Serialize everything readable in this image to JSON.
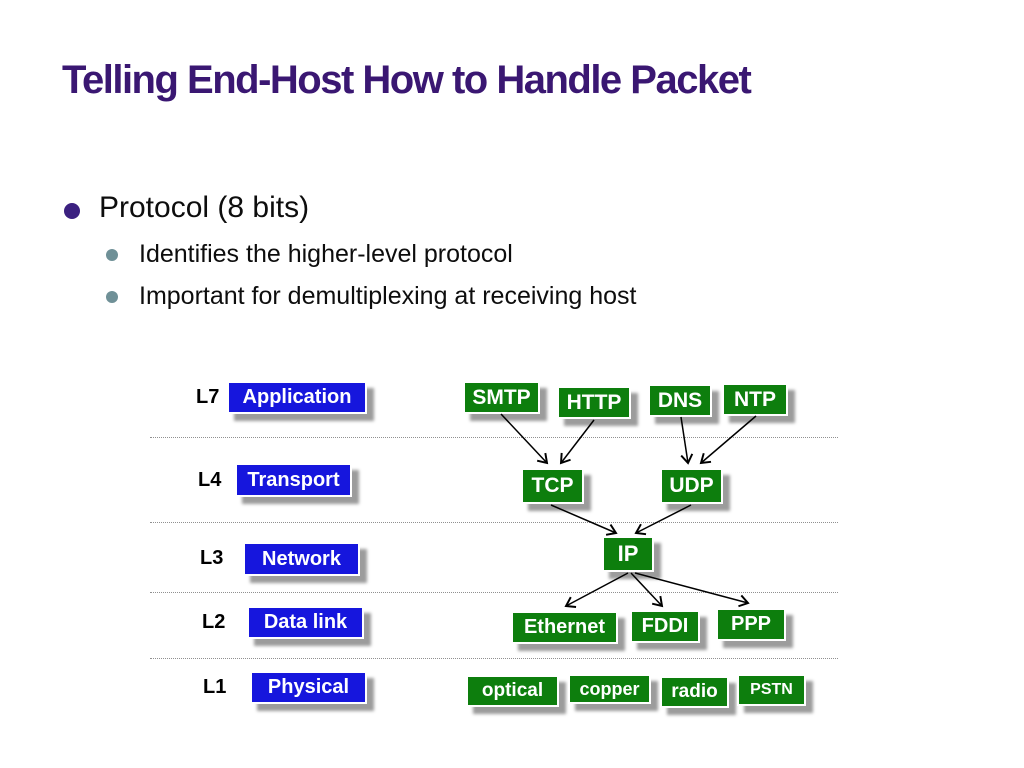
{
  "slide": {
    "title": "Telling End-Host How to Handle Packet",
    "bullet": "Protocol (8 bits)",
    "sub_bullets": [
      "Identifies the higher-level protocol",
      "Important for demultiplexing at receiving host"
    ]
  },
  "diagram": {
    "layers": [
      {
        "label": "L7",
        "name": "Application"
      },
      {
        "label": "L4",
        "name": "Transport"
      },
      {
        "label": "L3",
        "name": "Network"
      },
      {
        "label": "L2",
        "name": "Data link"
      },
      {
        "label": "L1",
        "name": "Physical"
      }
    ],
    "protocols": {
      "application": [
        "SMTP",
        "HTTP",
        "DNS",
        "NTP"
      ],
      "transport": [
        "TCP",
        "UDP"
      ],
      "network": [
        "IP"
      ],
      "datalink": [
        "Ethernet",
        "FDDI",
        "PPP"
      ],
      "physical": [
        "optical",
        "copper",
        "radio",
        "PSTN"
      ]
    },
    "edges": [
      {
        "from": "SMTP",
        "to": "TCP"
      },
      {
        "from": "HTTP",
        "to": "TCP"
      },
      {
        "from": "DNS",
        "to": "UDP"
      },
      {
        "from": "NTP",
        "to": "UDP"
      },
      {
        "from": "TCP",
        "to": "IP"
      },
      {
        "from": "UDP",
        "to": "IP"
      },
      {
        "from": "IP",
        "to": "Ethernet"
      },
      {
        "from": "IP",
        "to": "FDDI"
      },
      {
        "from": "IP",
        "to": "PPP"
      }
    ]
  },
  "colors": {
    "title": "#3a1772",
    "layer_box": "#1616dd",
    "protocol_box": "#0d7e0d",
    "bullet_dot": "#3b2080",
    "sub_bullet_dot": "#6f9097",
    "box_shadow": "#9c9c9c",
    "arrow": "#000000",
    "divider": "#909090"
  }
}
